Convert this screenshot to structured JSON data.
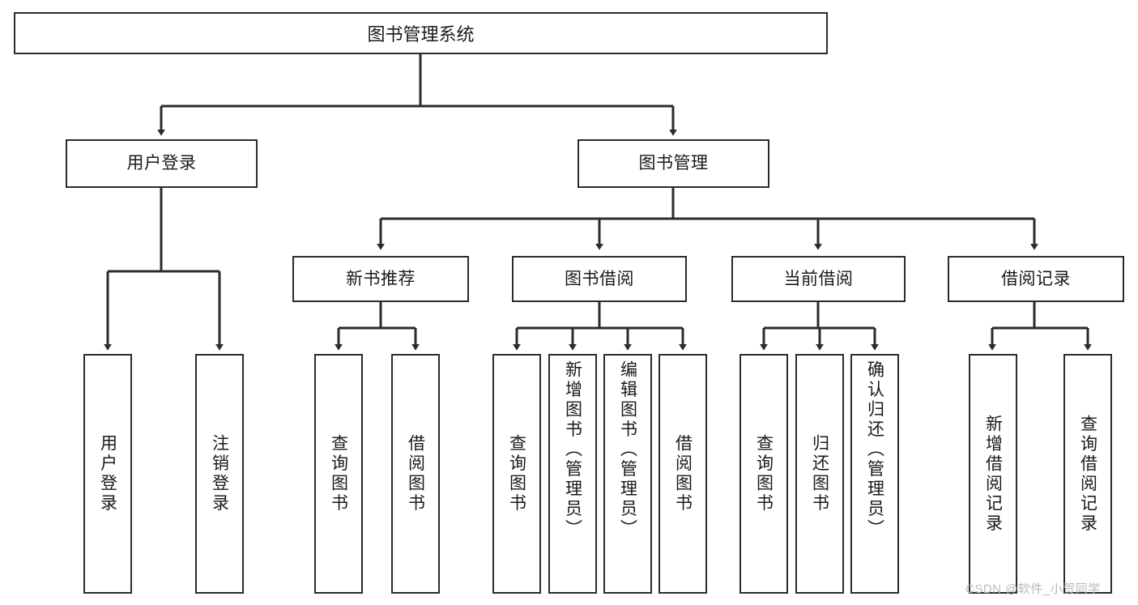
{
  "diagram": {
    "type": "tree-hierarchy",
    "title": "图书管理系统",
    "root": {
      "label": "图书管理系统"
    },
    "level2": [
      {
        "label": "用户登录"
      },
      {
        "label": "图书管理"
      }
    ],
    "level3": [
      {
        "label": "新书推荐"
      },
      {
        "label": "图书借阅"
      },
      {
        "label": "当前借阅"
      },
      {
        "label": "借阅记录"
      }
    ],
    "leaves": {
      "user_login": [
        {
          "label": "用户登录"
        },
        {
          "label": "注销登录"
        }
      ],
      "new_book_recommend": [
        {
          "label": "查询图书"
        },
        {
          "label": "借阅图书"
        }
      ],
      "book_borrow": [
        {
          "label": "查询图书"
        },
        {
          "label": "新增图书（管理员）"
        },
        {
          "label": "编辑图书（管理员）"
        },
        {
          "label": "借阅图书"
        }
      ],
      "current_borrow": [
        {
          "label": "查询图书"
        },
        {
          "label": "归还图书"
        },
        {
          "label": "确认归还（管理员）"
        }
      ],
      "borrow_record": [
        {
          "label": "新增借阅记录"
        },
        {
          "label": "查询借阅记录"
        }
      ]
    },
    "watermark": "CSDN @软件_小贺同学",
    "colors": {
      "stroke": "#2b2b2b",
      "box_fill": "#ffffff",
      "text": "#1a1a1a",
      "watermark": "#b9b9b9",
      "background": "#ffffff"
    }
  }
}
